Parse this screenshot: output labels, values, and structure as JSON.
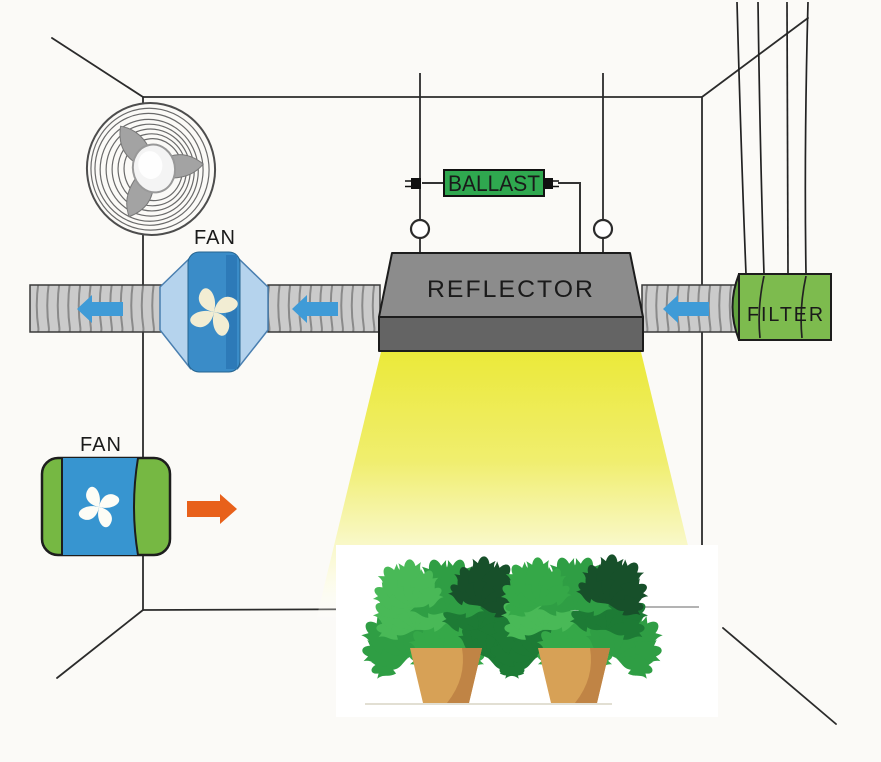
{
  "diagram": {
    "kind": "grow-room-ventilation-diagram",
    "labels": {
      "duct_fan": "FAN",
      "ballast": "BALLAST",
      "reflector": "REFLECTOR",
      "filter": "FILTER",
      "exhaust_fan": "FAN"
    },
    "colors": {
      "background": "#fbfaf7",
      "line_black": "#2b2b2b",
      "duct_gray": "#cbcbcb",
      "duct_rib": "#8a8a8a",
      "arrow_blue": "#3f9bd7",
      "arrow_orange": "#e8611b",
      "fan_body_blue": "#3a8cc8",
      "fan_cone_blue": "#b5d3ed",
      "exhaust_green": "#76b843",
      "exhaust_blue": "#3795d0",
      "ballast_green": "#2fa84f",
      "filter_green": "#7dbb4e",
      "filter_cap_green": "#61a23e",
      "reflector_top": "#8c8c8c",
      "reflector_front": "#646464",
      "beam_yellow": "#ebe93a",
      "propeller_cream": "#f2edd3",
      "pot_tan": "#d7a156",
      "pot_shade": "#c08445",
      "leaf_green": "#2f9e44",
      "leaf_mid": "#35a848",
      "leaf_light": "#49b957",
      "leaf_deep": "#1d7b35",
      "leaf_dark": "#17502a"
    }
  }
}
